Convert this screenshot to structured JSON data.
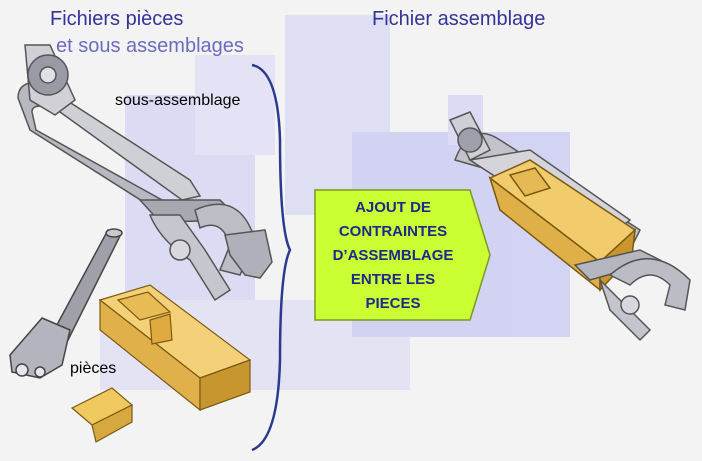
{
  "titles": {
    "left_line1": "Fichiers pièces",
    "left_line2": "et sous assemblages",
    "right": "Fichier assemblage"
  },
  "labels": {
    "subassembly": "sous-assemblage",
    "parts": "pièces"
  },
  "arrow": {
    "lines": [
      "AJOUT DE",
      "CONTRAINTES",
      "D’ASSEMBLAGE",
      "ENTRE LES",
      "PIECES"
    ]
  },
  "colors": {
    "title_blue": "#33339a",
    "arrow_fill": "#ccff33",
    "arrow_text": "#1a2a8c",
    "part_yellow": "#f0c860",
    "metal_gray": "#b8b8c0",
    "panel_lavender": "#c8c8f4"
  }
}
